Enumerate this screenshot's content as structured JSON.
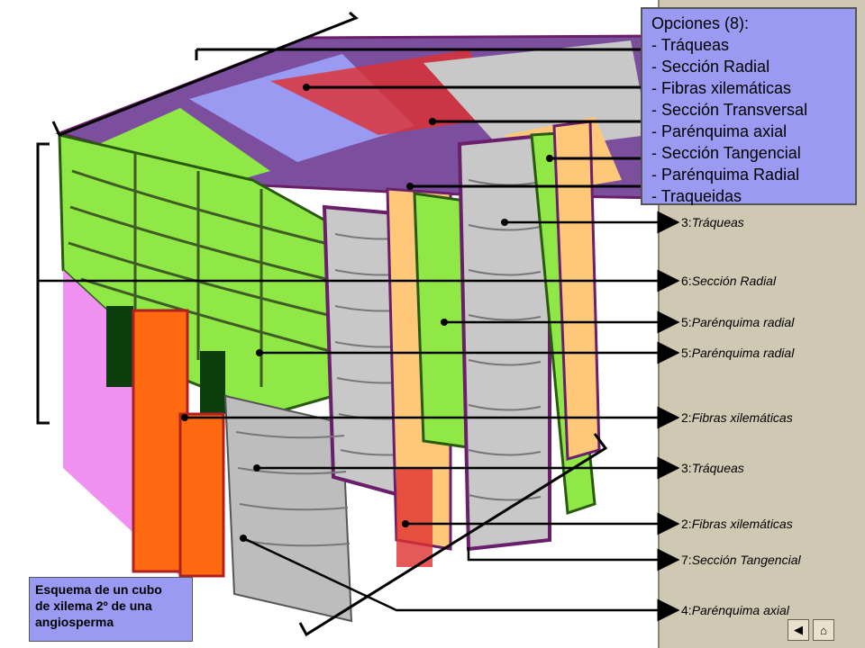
{
  "options_box": {
    "title": "Opciones (8):",
    "items": [
      "- Tráqueas",
      "- Sección Radial",
      "- Fibras xilemáticas",
      "- Sección Transversal",
      "- Parénquima axial",
      "- Sección Tangencial",
      "- Parénquima Radial",
      "- Traqueidas"
    ]
  },
  "labels": [
    {
      "num": "3:",
      "text": "Tráqueas"
    },
    {
      "num": "6:",
      "text": "Sección Radial"
    },
    {
      "num": "5:",
      "text": "Parénquima radial"
    },
    {
      "num": "5:",
      "text": "Parénquima radial"
    },
    {
      "num": "2:",
      "text": "Fibras xilemáticas"
    },
    {
      "num": "3:",
      "text": "Tráqueas"
    },
    {
      "num": "2:",
      "text": "Fibras xilemáticas"
    },
    {
      "num": "7:",
      "text": "Sección Tangencial"
    },
    {
      "num": "4:",
      "text": "Parénquima axial"
    }
  ],
  "caption": {
    "line1": "Esquema de un cubo",
    "line2": "de xilema 2º de una",
    "line3": "angiosperma"
  },
  "nav": {
    "prev_icon": "triangle-left-icon",
    "home_icon": "home-icon"
  },
  "colors": {
    "sidebar": "#cfc9b3",
    "options_box": "#9a9af2",
    "radial_parenchyma": "#8fe846",
    "fibers": "#ff6a10",
    "axial_parenchyma": "#ffc878",
    "vessel_wall": "#8a2a8a",
    "vessel": "#c8c8c8",
    "pink_cells": "#f090f0"
  }
}
